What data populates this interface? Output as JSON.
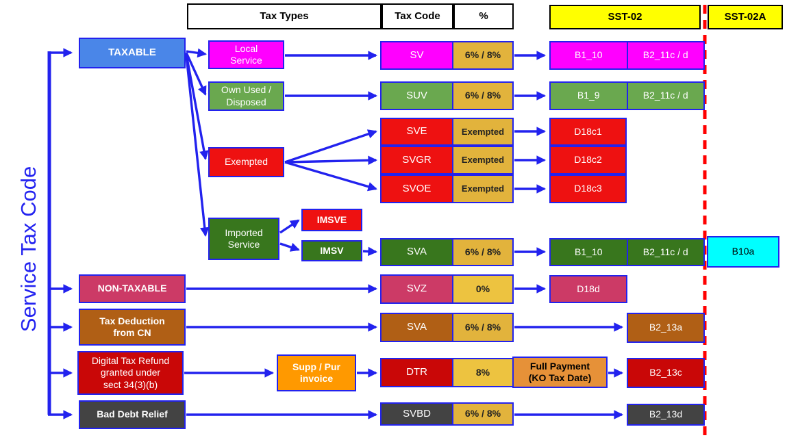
{
  "title": "Service Tax Code",
  "colors": {
    "blue": "#4a86e8",
    "magenta": "#ff00ff",
    "green": "#6aa84f",
    "dark_green": "#38761d",
    "bright_red": "#ee1111",
    "dark_red": "#c90707",
    "raspberry": "#cc3a66",
    "brown": "#b05f15",
    "dark_gray": "#434343",
    "gold": "#e2b33c",
    "bright_gold": "#edc340",
    "orange": "#ff9900",
    "muted_orange": "#e69138",
    "cyan": "#00ffff",
    "yellow": "#ffff00",
    "white": "#ffffff",
    "arrow_blue": "#2222ee",
    "dashed_red": "#ff0000",
    "title_blue": "#2323f0"
  },
  "nodes": [
    {
      "id": "header-tax-types",
      "lines": [
        "Tax Types"
      ],
      "fill": "white",
      "text": "black",
      "bold": true,
      "border": "black",
      "font": 15
    },
    {
      "id": "header-tax-code",
      "lines": [
        "Tax Code"
      ],
      "fill": "white",
      "text": "black",
      "bold": true,
      "border": "black",
      "font": 15
    },
    {
      "id": "header-percent",
      "lines": [
        "%"
      ],
      "fill": "white",
      "text": "black",
      "bold": true,
      "border": "black",
      "font": 15
    },
    {
      "id": "header-sst02",
      "lines": [
        "SST-02"
      ],
      "fill": "yellow",
      "text": "black",
      "bold": true,
      "border": "black",
      "font": 15
    },
    {
      "id": "header-sst02a",
      "lines": [
        "SST-02A"
      ],
      "fill": "yellow",
      "text": "black",
      "bold": true,
      "border": "black",
      "font": 15
    },
    {
      "id": "box-taxable",
      "lines": [
        "TAXABLE"
      ],
      "fill": "blue",
      "text": "white",
      "bold": true,
      "font": 15
    },
    {
      "id": "box-local-service",
      "lines": [
        "Local",
        "Service"
      ],
      "fill": "magenta",
      "text": "white",
      "font": 14
    },
    {
      "id": "box-own-used",
      "lines": [
        "Own Used /",
        "Disposed"
      ],
      "fill": "green",
      "text": "white",
      "font": 14
    },
    {
      "id": "box-exempted",
      "lines": [
        "Exempted"
      ],
      "fill": "bright_red",
      "text": "white",
      "font": 14
    },
    {
      "id": "box-imported-service",
      "lines": [
        "Imported",
        "Service"
      ],
      "fill": "dark_green",
      "text": "white",
      "font": 14
    },
    {
      "id": "box-imsve",
      "lines": [
        "IMSVE"
      ],
      "fill": "bright_red",
      "text": "white",
      "bold": true,
      "font": 14
    },
    {
      "id": "box-imsv",
      "lines": [
        "IMSV"
      ],
      "fill": "dark_green",
      "text": "white",
      "bold": true,
      "font": 14
    },
    {
      "id": "box-non-taxable",
      "lines": [
        "NON-TAXABLE"
      ],
      "fill": "raspberry",
      "text": "white",
      "bold": true,
      "font": 14
    },
    {
      "id": "box-tax-deduction",
      "lines": [
        "Tax Deduction",
        "from CN"
      ],
      "fill": "brown",
      "text": "white",
      "bold": true,
      "font": 14
    },
    {
      "id": "box-digital-tax-refund",
      "lines": [
        "Digital Tax Refund",
        "granted under",
        "sect 34(3)(b)"
      ],
      "fill": "dark_red",
      "text": "white",
      "font": 14
    },
    {
      "id": "box-supp-pur-invoice",
      "lines": [
        "Supp / Pur",
        "invoice"
      ],
      "fill": "orange",
      "text": "white",
      "bold": true,
      "font": 14
    },
    {
      "id": "box-bad-debt-relief",
      "lines": [
        "Bad Debt Relief"
      ],
      "fill": "dark_gray",
      "text": "white",
      "bold": true,
      "font": 14
    },
    {
      "id": "code-sv",
      "lines": [
        "SV"
      ],
      "fill": "magenta",
      "text": "white",
      "font": 15
    },
    {
      "id": "pct-sv",
      "lines": [
        "6% / 8%"
      ],
      "fill": "gold",
      "text": "dark",
      "bold": true,
      "font": 14
    },
    {
      "id": "code-suv",
      "lines": [
        "SUV"
      ],
      "fill": "green",
      "text": "white",
      "font": 15
    },
    {
      "id": "pct-suv",
      "lines": [
        "6% / 8%"
      ],
      "fill": "gold",
      "text": "dark",
      "bold": true,
      "font": 14
    },
    {
      "id": "code-sve",
      "lines": [
        "SVE"
      ],
      "fill": "bright_red",
      "text": "white",
      "font": 15
    },
    {
      "id": "pct-sve",
      "lines": [
        "Exempted"
      ],
      "fill": "gold",
      "text": "dark",
      "bold": true,
      "font": 13
    },
    {
      "id": "code-svgr",
      "lines": [
        "SVGR"
      ],
      "fill": "bright_red",
      "text": "white",
      "font": 15
    },
    {
      "id": "pct-svgr",
      "lines": [
        "Exempted"
      ],
      "fill": "gold",
      "text": "dark",
      "bold": true,
      "font": 13
    },
    {
      "id": "code-svoe",
      "lines": [
        "SVOE"
      ],
      "fill": "bright_red",
      "text": "white",
      "font": 15
    },
    {
      "id": "pct-svoe",
      "lines": [
        "Exempted"
      ],
      "fill": "gold",
      "text": "dark",
      "bold": true,
      "font": 13
    },
    {
      "id": "code-sva-imported",
      "lines": [
        "SVA"
      ],
      "fill": "dark_green",
      "text": "white",
      "font": 15
    },
    {
      "id": "pct-sva-imported",
      "lines": [
        "6% / 8%"
      ],
      "fill": "gold",
      "text": "dark",
      "bold": true,
      "font": 14
    },
    {
      "id": "code-svz",
      "lines": [
        "SVZ"
      ],
      "fill": "raspberry",
      "text": "white",
      "font": 15
    },
    {
      "id": "pct-svz",
      "lines": [
        "0%"
      ],
      "fill": "bright_gold",
      "text": "dark",
      "bold": true,
      "font": 14
    },
    {
      "id": "code-sva-cn",
      "lines": [
        "SVA"
      ],
      "fill": "brown",
      "text": "white",
      "font": 15
    },
    {
      "id": "pct-sva-cn",
      "lines": [
        "6% / 8%"
      ],
      "fill": "gold",
      "text": "dark",
      "bold": true,
      "font": 14
    },
    {
      "id": "code-dtr",
      "lines": [
        "DTR"
      ],
      "fill": "dark_red",
      "text": "white",
      "font": 15
    },
    {
      "id": "pct-dtr",
      "lines": [
        "8%"
      ],
      "fill": "bright_gold",
      "text": "dark",
      "bold": true,
      "font": 14
    },
    {
      "id": "box-full-payment",
      "lines": [
        "Full Payment",
        "(KO Tax Date)"
      ],
      "fill": "muted_orange",
      "text": "black",
      "bold": true,
      "font": 14
    },
    {
      "id": "code-svbd",
      "lines": [
        "SVBD"
      ],
      "fill": "dark_gray",
      "text": "white",
      "font": 15
    },
    {
      "id": "pct-svbd",
      "lines": [
        "6% / 8%"
      ],
      "fill": "gold",
      "text": "dark",
      "bold": true,
      "font": 14
    },
    {
      "id": "sst-local",
      "cells": [
        "B1_10",
        "B2_11c / d"
      ],
      "fill": "magenta",
      "text": "white",
      "font": 14
    },
    {
      "id": "sst-own-used",
      "cells": [
        "B1_9",
        "B2_11c / d"
      ],
      "fill": "green",
      "text": "white",
      "font": 14
    },
    {
      "id": "sst-d18c1",
      "lines": [
        "D18c1"
      ],
      "fill": "bright_red",
      "text": "white",
      "font": 14
    },
    {
      "id": "sst-d18c2",
      "lines": [
        "D18c2"
      ],
      "fill": "bright_red",
      "text": "white",
      "font": 14
    },
    {
      "id": "sst-d18c3",
      "lines": [
        "D18c3"
      ],
      "fill": "bright_red",
      "text": "white",
      "font": 14
    },
    {
      "id": "sst-imported",
      "cells": [
        "B1_10",
        "B2_11c / d"
      ],
      "fill": "dark_green",
      "text": "white",
      "font": 14
    },
    {
      "id": "sst02a-b10a",
      "lines": [
        "B10a"
      ],
      "fill": "cyan",
      "text": "black",
      "font": 14
    },
    {
      "id": "sst-d18d",
      "lines": [
        "D18d"
      ],
      "fill": "raspberry",
      "text": "white",
      "font": 14
    },
    {
      "id": "sst-b2-13a",
      "lines": [
        "B2_13a"
      ],
      "fill": "brown",
      "text": "white",
      "font": 14
    },
    {
      "id": "sst-b2-13c",
      "lines": [
        "B2_13c"
      ],
      "fill": "dark_red",
      "text": "white",
      "font": 14
    },
    {
      "id": "sst-b2-13d",
      "lines": [
        "B2_13d"
      ],
      "fill": "dark_gray",
      "text": "white",
      "font": 14
    }
  ],
  "flows": [
    "TAXABLE > Local Service > SV 6%/8% > B1_10 | B2_11c/d",
    "TAXABLE > Own Used / Disposed > SUV 6%/8% > B1_9 | B2_11c/d",
    "TAXABLE > Exempted > SVE Exempted > D18c1",
    "TAXABLE > Exempted > SVGR Exempted > D18c2",
    "TAXABLE > Exempted > SVOE Exempted > D18c3",
    "TAXABLE > Imported Service > IMSVE",
    "TAXABLE > Imported Service > IMSV > SVA 6%/8% > B1_10 | B2_11c/d > B10a",
    "NON-TAXABLE > SVZ 0% > D18d",
    "Tax Deduction from CN > SVA 6%/8% > B2_13a",
    "Digital Tax Refund granted under sect 34(3)(b) > Supp / Pur invoice > DTR 8% > Full Payment (KO Tax Date) > B2_13c",
    "Bad Debt Relief > SVBD 6%/8% > B2_13d"
  ]
}
